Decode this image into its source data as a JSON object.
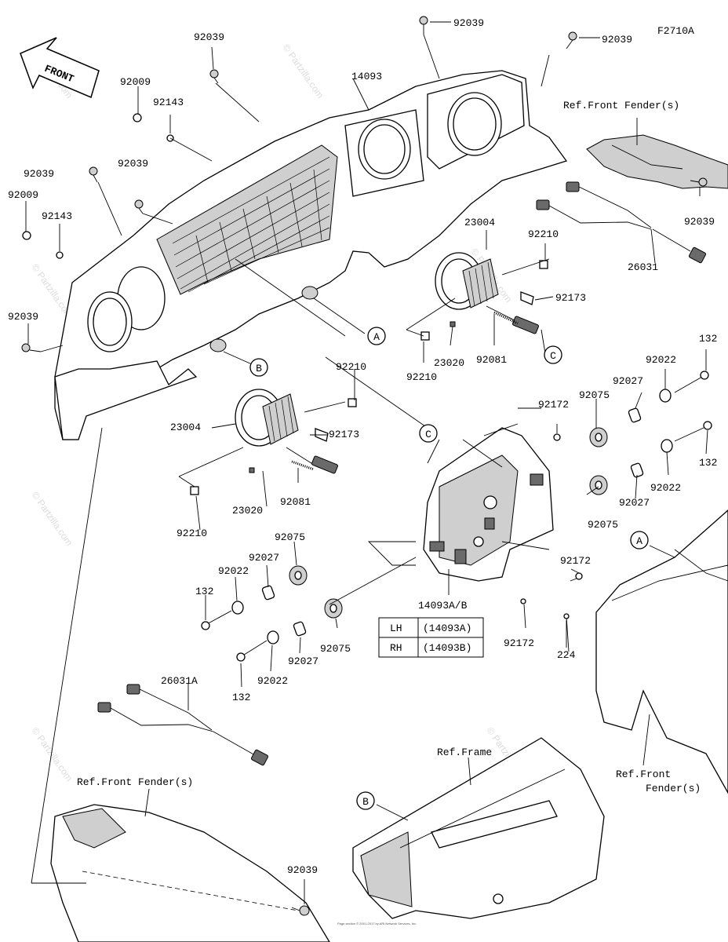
{
  "figure_code": "F2710A",
  "front_label": "FRONT",
  "watermark": "© Partzilla.com",
  "footer_note": "Page section © 2001-2017 by ARI Network Services, Inc.",
  "callout_letters": {
    "a": "A",
    "b": "B",
    "c": "C"
  },
  "references": {
    "front_fender_top": "Ref.Front Fender(s)",
    "front_fender_bottom": "Ref.Front Fender(s)",
    "front_fender_right_line1": "Ref.Front",
    "front_fender_right_line2": "Fender(s)",
    "frame": "Ref.Frame"
  },
  "part_numbers": {
    "p92039": "92039",
    "p92009": "92009",
    "p92143": "92143",
    "p14093": "14093",
    "p23004": "23004",
    "p92210": "92210",
    "p92173": "92173",
    "p23020": "23020",
    "p92081": "92081",
    "p26031": "26031",
    "p26031a": "26031A",
    "p132": "132",
    "p92022": "92022",
    "p92027": "92027",
    "p92075": "92075",
    "p92172": "92172",
    "p14093ab": "14093A/B",
    "p224": "224"
  },
  "variant_table": {
    "rows": [
      {
        "side": "LH",
        "part": "(14093A)"
      },
      {
        "side": "RH",
        "part": "(14093B)"
      }
    ]
  }
}
